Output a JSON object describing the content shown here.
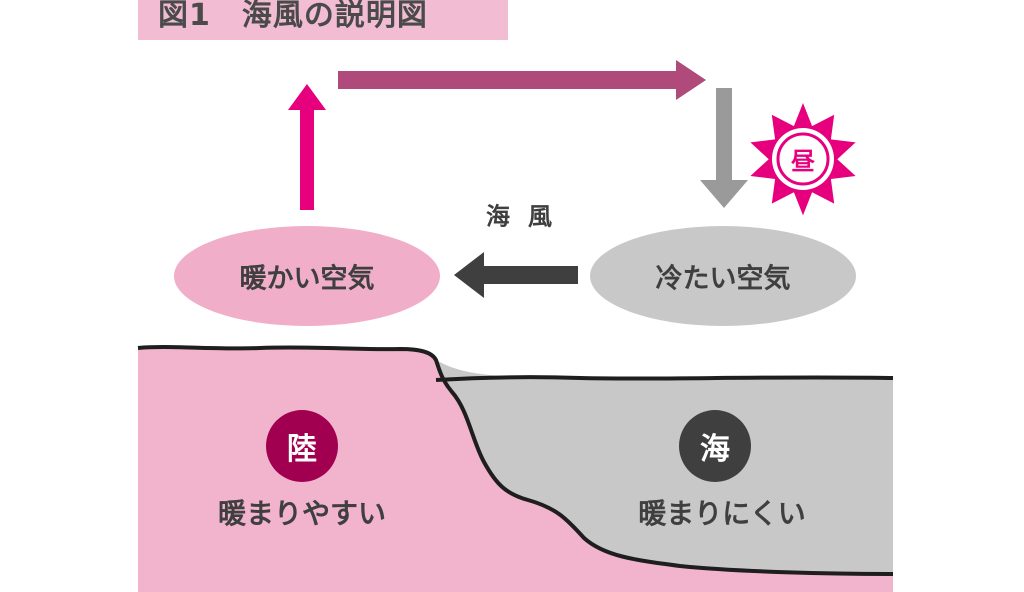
{
  "title": "図1　海風の説明図",
  "labels": {
    "warm_air": "暖かい空気",
    "cold_air": "冷たい空気",
    "wind": "海風",
    "land": "陸",
    "land_desc": "暖まりやすい",
    "sea": "海",
    "sea_desc": "暖まりにくい",
    "daytime": "昼"
  },
  "colors": {
    "title_bg": "#f2bdd3",
    "land": "#f2b3cc",
    "sea": "#c8c8c8",
    "rising_arrow": "#e6007e",
    "top_arrow": "#b04a7a",
    "sinking_arrow": "#9a9a9a",
    "wind_arrow": "#3f3f3f",
    "sun": "#e6007e",
    "land_badge": "#a0004f",
    "sea_badge": "#3f3f3f"
  },
  "icons": {
    "sun": "sun-icon",
    "wind": "left-arrow-icon"
  }
}
